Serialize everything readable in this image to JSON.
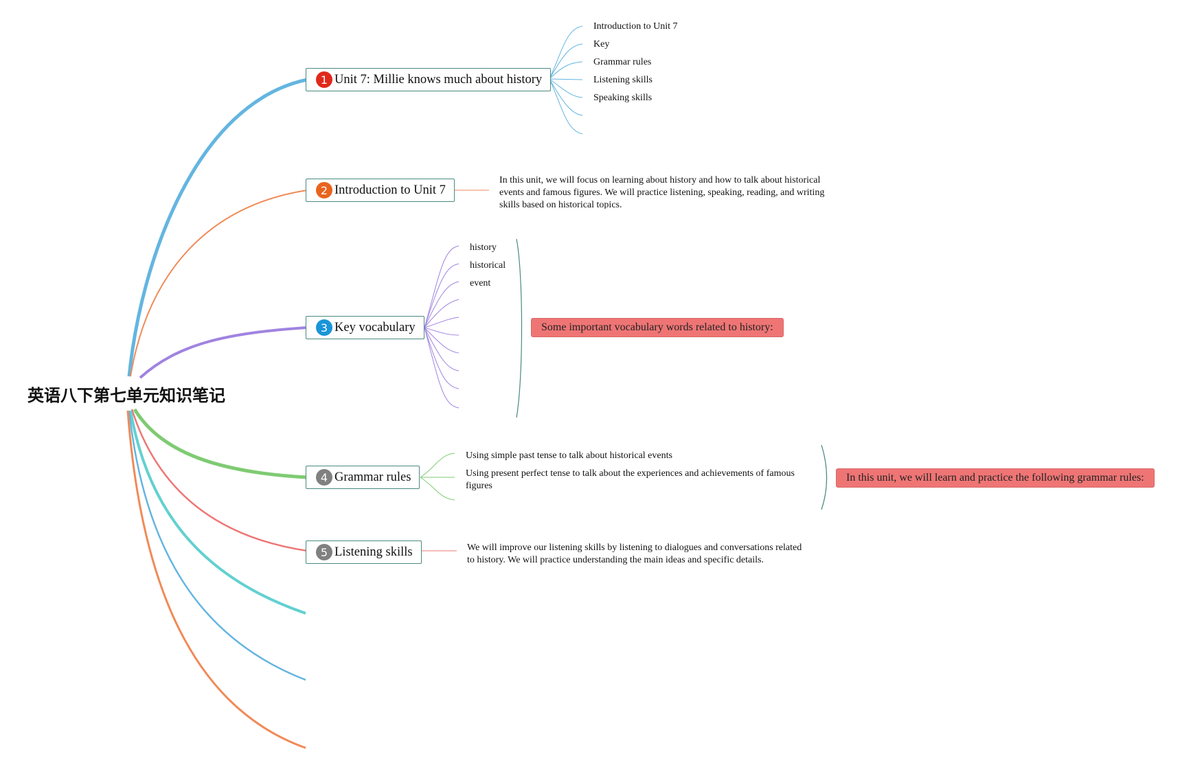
{
  "root": {
    "title": "英语八下第七单元知识笔记"
  },
  "colors": {
    "blue": "#64b5e0",
    "orange": "#f08a58",
    "purple": "#a083e0",
    "green": "#7ecb72",
    "red": "#ee7777",
    "teal": "#62d0d0",
    "border": "#4a8a80",
    "callout": "#ef7575",
    "badge1": "#e0291a",
    "badge2": "#e8641e",
    "badge3": "#1a95d8",
    "badge4": "#808080",
    "badge5": "#808080"
  },
  "topics": [
    {
      "number": "1",
      "label": "Unit 7: Millie knows much about history",
      "children": [
        "Introduction to Unit 7",
        "Key",
        "Grammar rules",
        "Listening skills",
        "Speaking skills"
      ]
    },
    {
      "number": "2",
      "label": "Introduction to Unit 7",
      "text": "In this unit, we will focus on learning about history and how to talk about historical events and famous figures. We will practice listening, speaking, reading, and writing skills based on historical topics."
    },
    {
      "number": "3",
      "label": "Key vocabulary",
      "children": [
        "history",
        "historical",
        "event"
      ],
      "summary": "Some important vocabulary words related to history:"
    },
    {
      "number": "4",
      "label": "Grammar rules",
      "children": [
        "Using simple past tense to talk about historical events",
        "Using present perfect tense to talk about the experiences and achievements of famous figures"
      ],
      "summary": "In this unit, we will learn and practice the following grammar rules:"
    },
    {
      "number": "5",
      "label": "Listening skills",
      "text": "We will improve our listening skills by listening to dialogues and conversations related to history. We will practice understanding the main ideas and specific details."
    }
  ]
}
